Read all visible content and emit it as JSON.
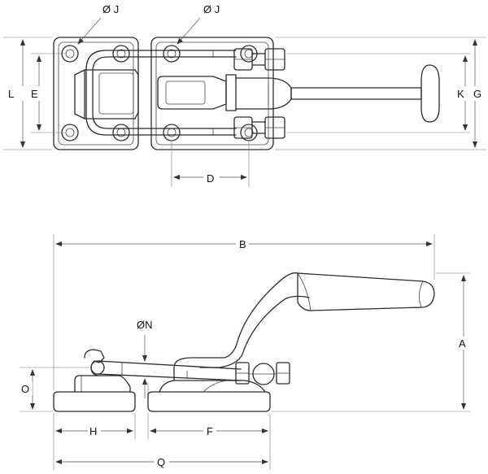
{
  "top_view": {
    "hole_label_left": "Ø J",
    "hole_label_right": "Ø J",
    "dim_L": "L",
    "dim_E": "E",
    "dim_D": "D",
    "dim_K": "K",
    "dim_G": "G"
  },
  "side_view": {
    "dim_B": "B",
    "dim_A": "A",
    "dim_N": "ØN",
    "dim_O": "O",
    "dim_H": "H",
    "dim_F": "F",
    "dim_Q": "Q"
  },
  "colors": {
    "line": "#2a2a2a",
    "background": "#ffffff"
  }
}
